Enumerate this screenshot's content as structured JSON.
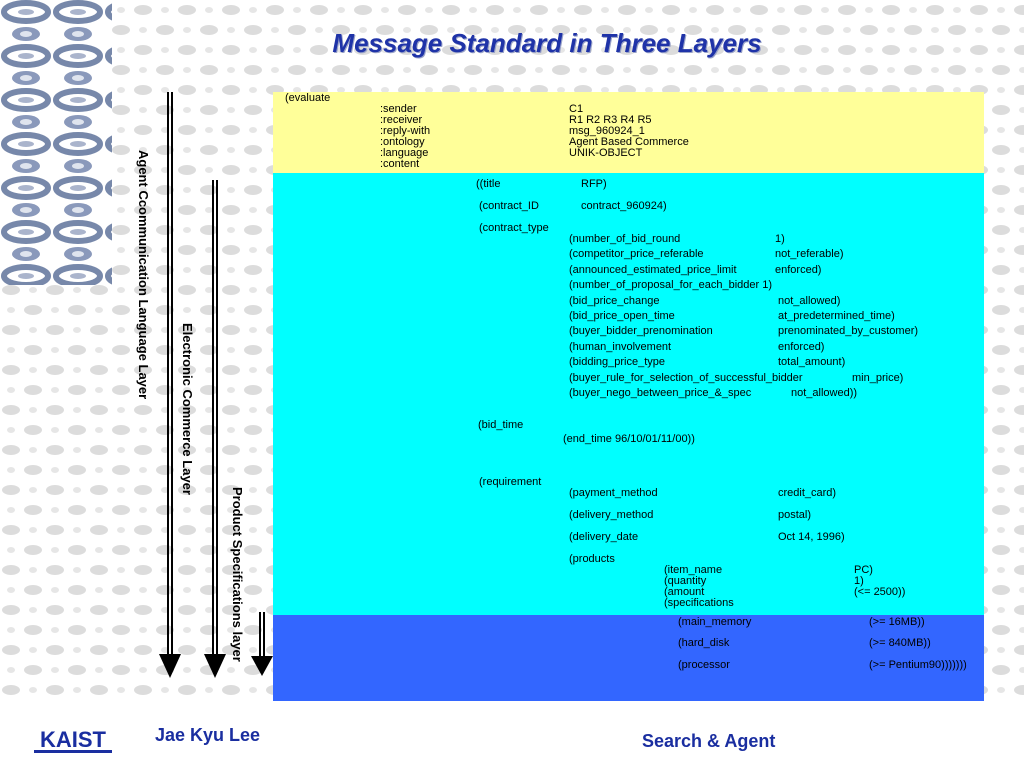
{
  "title": "Message Standard in Three Layers",
  "layers": {
    "agent": "Agent Ccommunication Language  Layer",
    "ec": "Electronic Commerce Layer",
    "product": "Product Specifications layer"
  },
  "colors": {
    "yellow": "#ffff99",
    "cyan": "#00ffff",
    "blue": "#3366ff",
    "title": "#1f33a8",
    "footer": "#1a2ea0"
  },
  "acl": {
    "evaluate": "(evaluate",
    "keys": [
      ":sender",
      ":receiver",
      ":reply-with",
      ":ontology",
      ":language",
      ":content"
    ],
    "vals": [
      "C1",
      "R1  R2  R3  R4  R5",
      "msg_960924_1",
      "Agent Based Commerce",
      "UNIK-OBJECT"
    ]
  },
  "ec": {
    "title_key": "((title",
    "title_val": "RFP)",
    "contract_id_key": "(contract_ID",
    "contract_id_val": "contract_960924)",
    "contract_type": "(contract_type",
    "type_keys": [
      "(number_of_bid_round",
      "(competitor_price_referable",
      "(announced_estimated_price_limit",
      "(number_of_proposal_for_each_bidder 1)",
      "(bid_price_change",
      "(bid_price_open_time",
      "(buyer_bidder_prenomination",
      "(human_involvement",
      "(bidding_price_type",
      "(buyer_rule_for_selection_of_successful_bidder",
      "(buyer_nego_between_price_&_spec"
    ],
    "type_vals": [
      "1)",
      "not_referable)",
      "enforced)",
      "",
      "not_allowed)",
      "at_predetermined_time)",
      "prenominated_by_customer)",
      "enforced)",
      "total_amount)",
      "min_price)",
      "not_allowed))"
    ],
    "bid_time": "(bid_time",
    "end_time": "(end_time  96/10/01/11/00))",
    "requirement": "(requirement",
    "req_keys": [
      "(payment_method",
      "(delivery_method",
      "(delivery_date",
      "(products"
    ],
    "req_vals": [
      "credit_card)",
      "postal)",
      "Oct 14, 1996)"
    ],
    "prod_keys": [
      "(item_name",
      "(quantity",
      "(amount",
      "(specifications"
    ],
    "prod_vals": [
      "PC)",
      "1)",
      "(<= 2500))"
    ]
  },
  "spec": {
    "keys": [
      "(main_memory",
      "(hard_disk",
      "(processor"
    ],
    "vals": [
      "(>=  16MB))",
      "(>=  840MB))",
      "(>=  Pentium90)))))))"
    ]
  },
  "footer": {
    "logo": "KAIST",
    "author": "Jae Kyu Lee",
    "topic": "Search & Agent"
  }
}
